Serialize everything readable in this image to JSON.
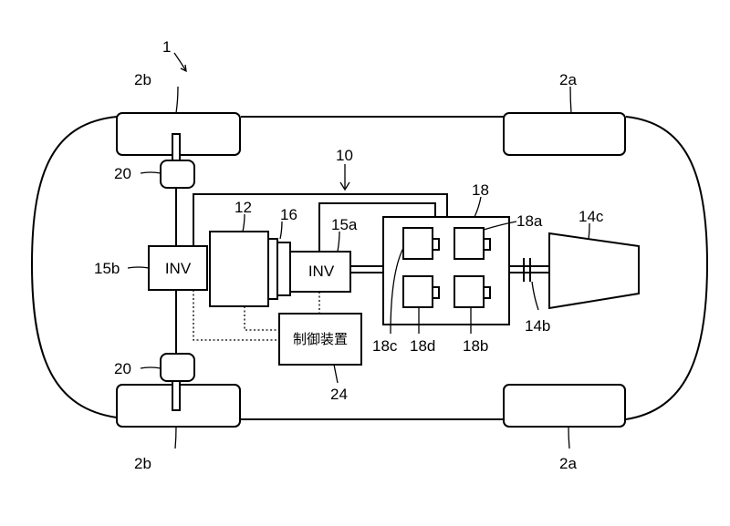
{
  "labels": {
    "vehicle": "1",
    "wheel_rear_top": "2b",
    "wheel_front_top": "2a",
    "wheel_rear_bottom": "2b",
    "wheel_front_bottom": "2a",
    "brake_top": "20",
    "brake_bottom": "20",
    "system": "10",
    "motor": "12",
    "motor_part": "16",
    "inverter_a": "15a",
    "inverter_b": "15b",
    "battery_pack": "18",
    "cell_a": "18a",
    "cell_b": "18b",
    "cell_c": "18c",
    "cell_d": "18d",
    "charger": "14c",
    "connector": "14b",
    "controller_ref": "24"
  },
  "blocks": {
    "inv_a": "INV",
    "inv_b": "INV",
    "controller": "制御装置"
  }
}
